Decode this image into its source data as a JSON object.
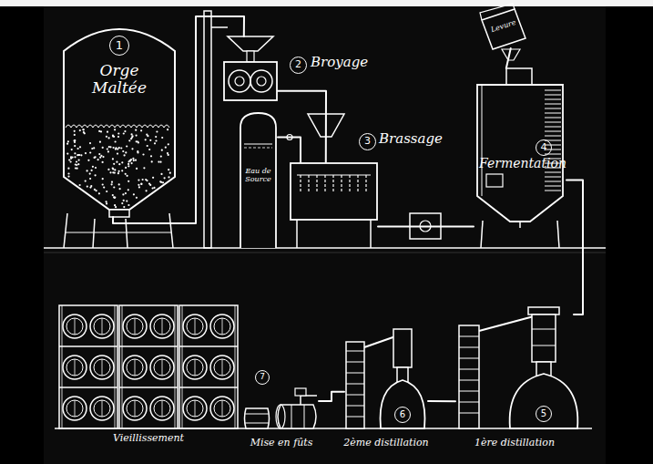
{
  "diagram": {
    "nodes": [
      {
        "text": [
          "1",
          "Orge Maltée"
        ]
      },
      {
        "text": [
          "2",
          "Broyage"
        ]
      },
      {
        "text": [
          "Eau de Source"
        ]
      },
      {
        "text": [
          "3",
          "Brassage"
        ]
      },
      {
        "text": [
          "Levure"
        ]
      },
      {
        "text": [
          "4",
          "Fermentation"
        ]
      },
      {
        "text": [
          "Vieillissement"
        ]
      },
      {
        "text": [
          "7",
          "Mise en fûts"
        ]
      },
      {
        "text": [
          "6",
          "2ème distillation"
        ]
      },
      {
        "text": [
          "5",
          "1ère distillation"
        ]
      }
    ],
    "edges": [
      {
        "from": 0,
        "to": 1,
        "arrow": "none"
      },
      {
        "from": 1,
        "to": 3,
        "arrow": "none"
      },
      {
        "from": 2,
        "to": 3,
        "arrow": "none"
      },
      {
        "from": 3,
        "to": 5,
        "arrow": "none"
      },
      {
        "from": 4,
        "to": 5,
        "arrow": "none"
      },
      {
        "from": 5,
        "to": 9,
        "arrow": "none"
      },
      {
        "from": 9,
        "to": 8,
        "arrow": "none"
      },
      {
        "from": 8,
        "to": 7,
        "arrow": "none"
      }
    ]
  }
}
